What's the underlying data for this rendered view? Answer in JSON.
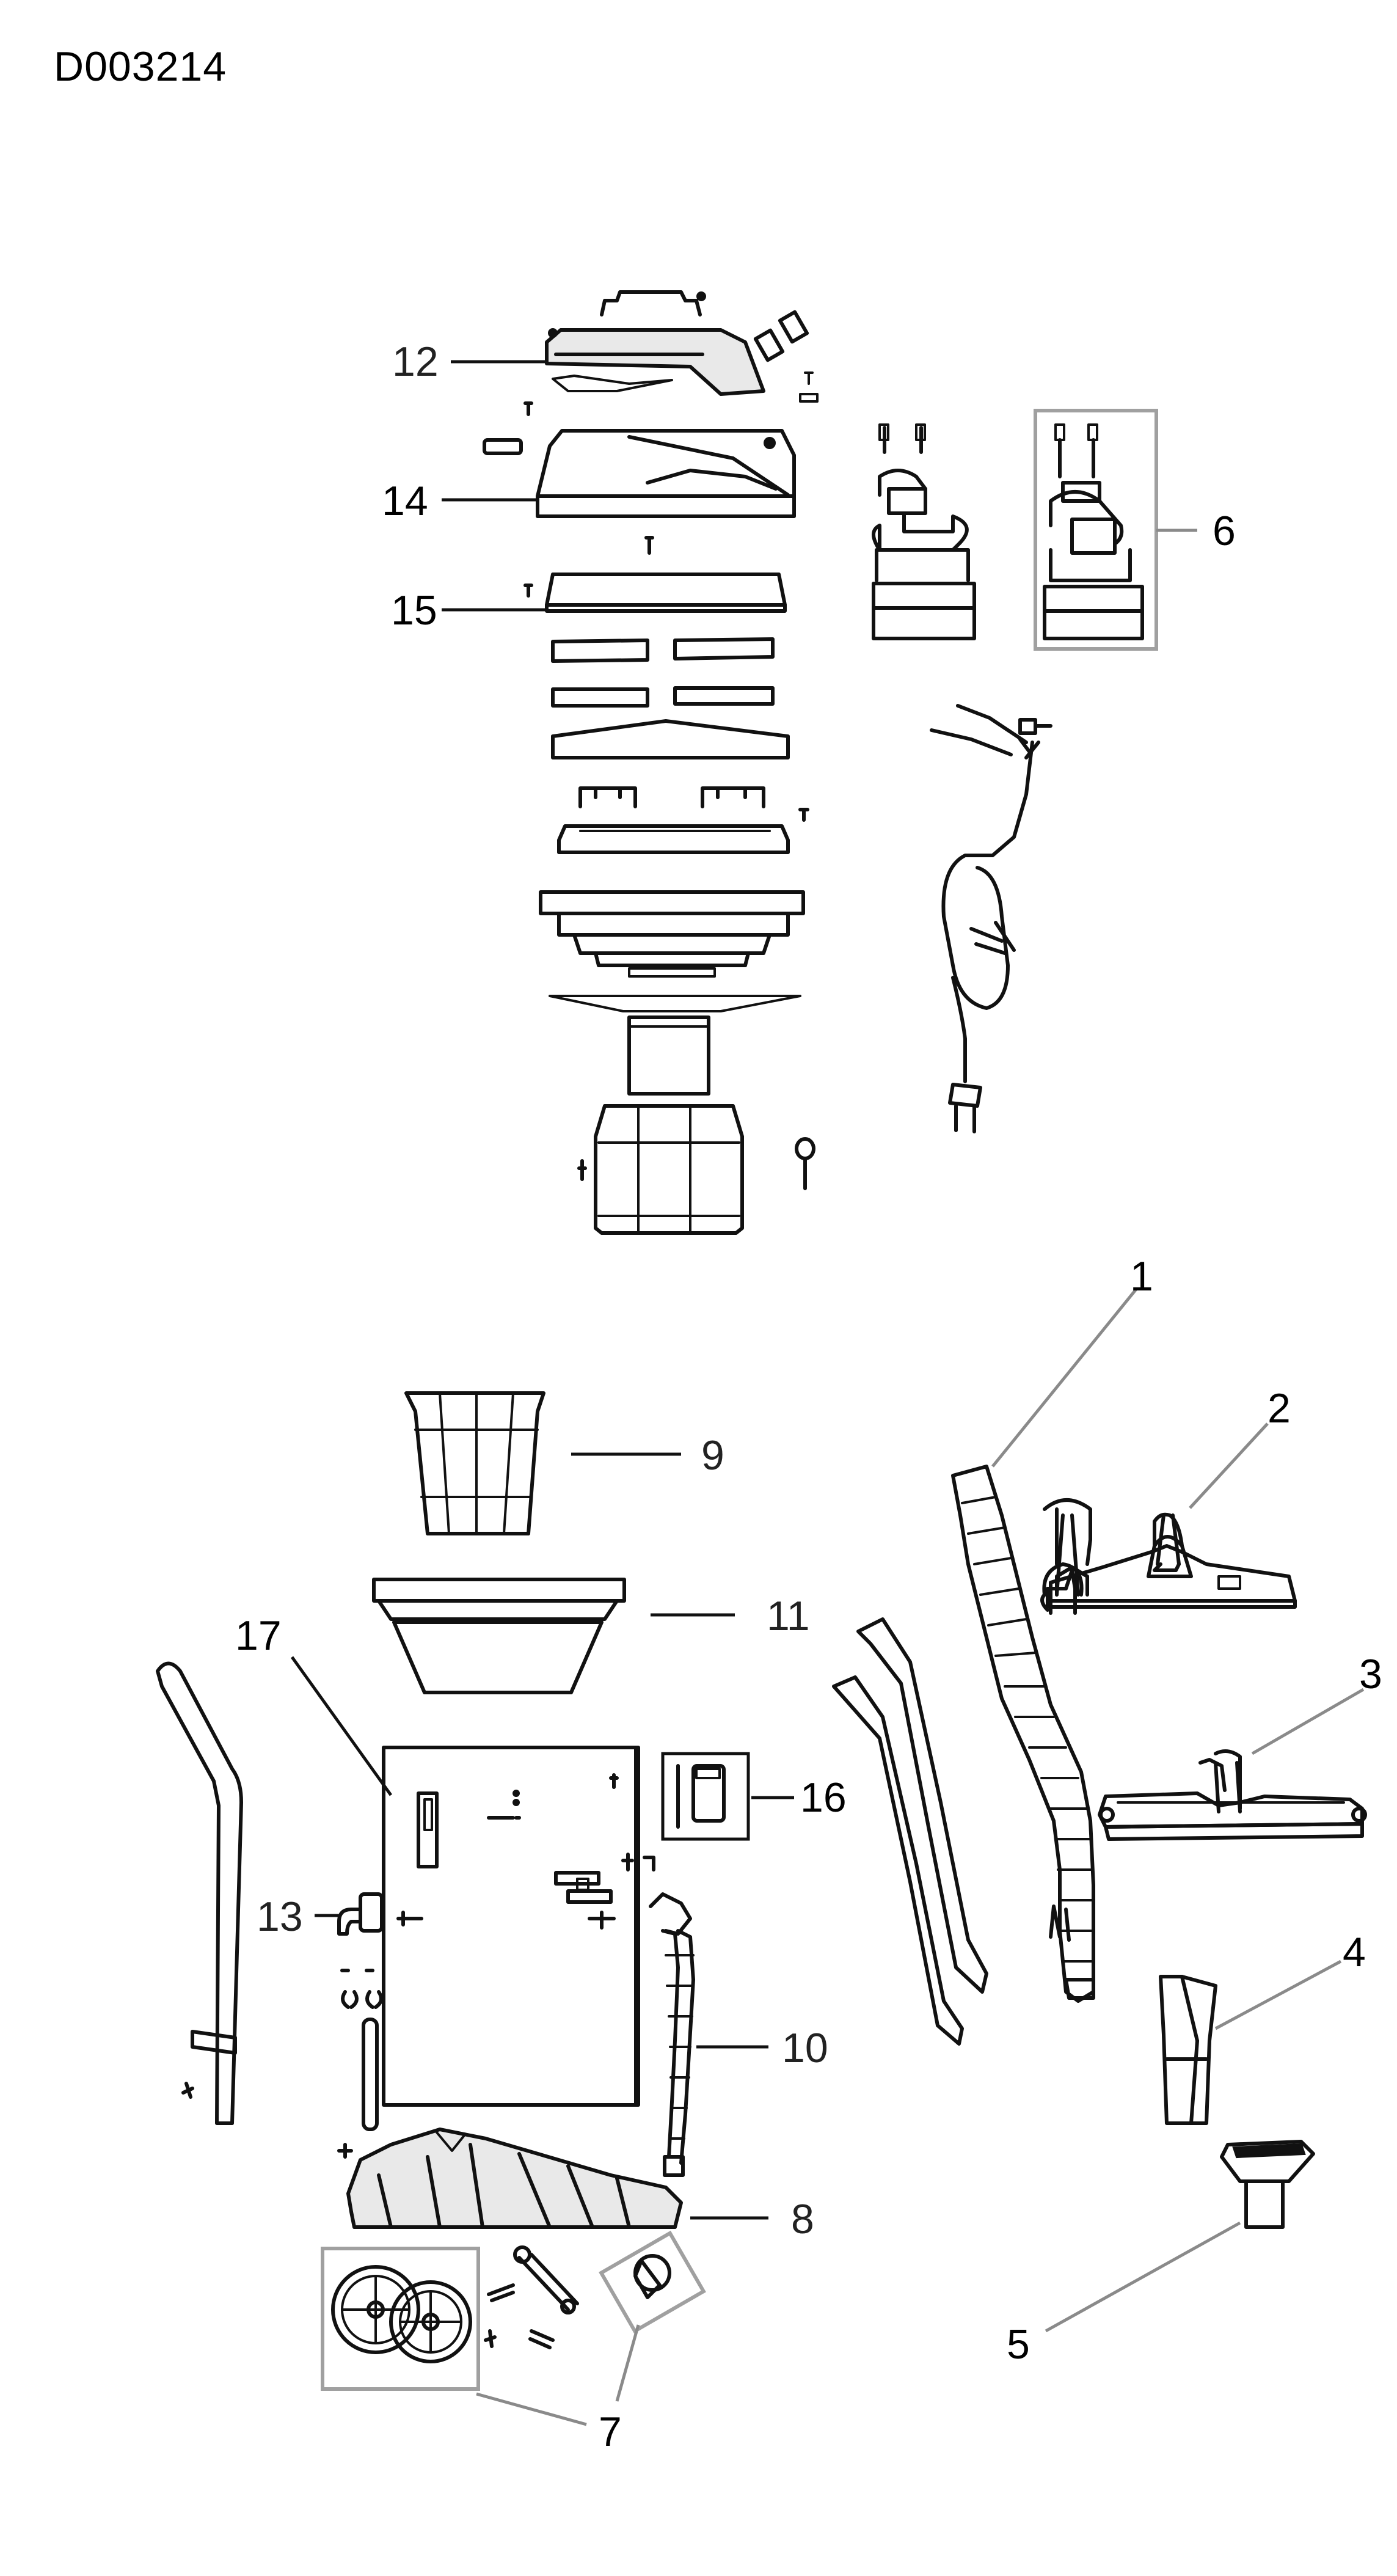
{
  "document_id": "D003214",
  "part_labels": {
    "p1": "1",
    "p2": "2",
    "p3": "3",
    "p4": "4",
    "p5": "5",
    "p6": "6",
    "p7": "7",
    "p8": "8",
    "p9": "9",
    "p10": "10",
    "p11": "11",
    "p12": "12",
    "p13": "13",
    "p14": "14",
    "p15": "15",
    "p16": "16",
    "p17": "17"
  }
}
